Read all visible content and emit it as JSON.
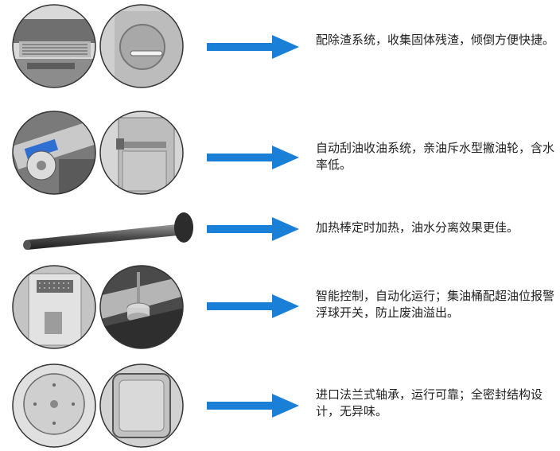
{
  "features": [
    {
      "text": "配除渣系统，收集固体残渣，倾倒方便快捷。",
      "icon": "slag-removal-photo"
    },
    {
      "text": "自动刮油收油系统，亲油斥水型撇油轮，含水率低。",
      "icon": "oil-skimmer-photo"
    },
    {
      "text": "加热棒定时加热，油水分离效果更佳。",
      "icon": "heating-rod-photo"
    },
    {
      "text": "智能控制，自动化运行；集油桶配超油位报警浮球开关，防止废油溢出。",
      "icon": "control-panel-photo"
    },
    {
      "text": "进口法兰式轴承，运行可靠；全密封结构设计，无异味。",
      "icon": "flange-bearing-photo"
    }
  ],
  "colors": {
    "arrow": "#1a7fd6",
    "photo": "#9a9a9a",
    "text": "#222222"
  }
}
